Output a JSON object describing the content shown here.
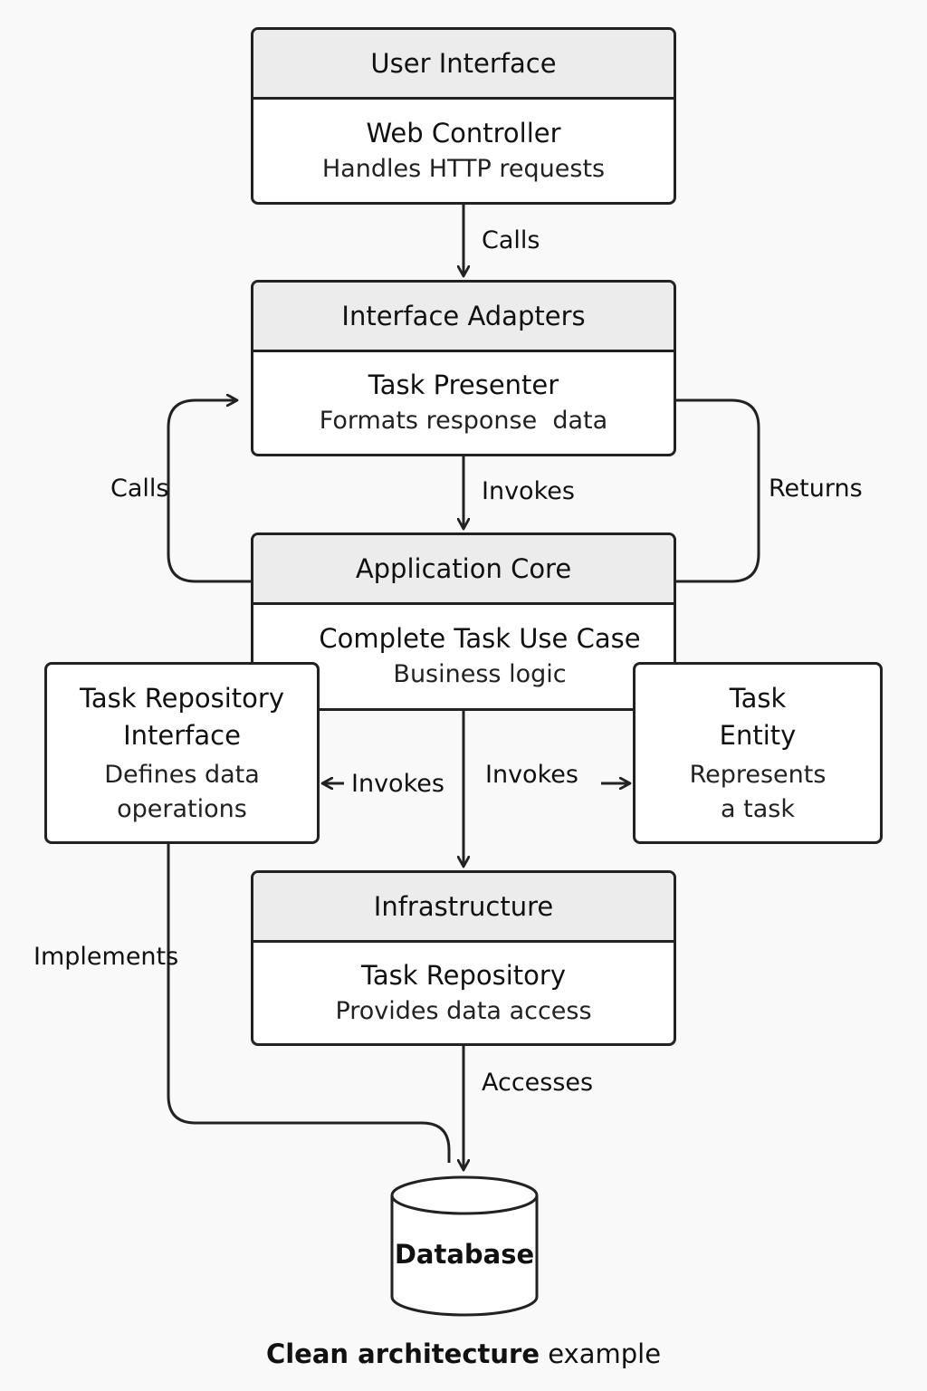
{
  "layers": {
    "user_interface": {
      "title": "User Interface",
      "component": "Web Controller",
      "description": "Handles HTTP requests"
    },
    "interface_adapters": {
      "title": "Interface Adapters",
      "component": "Task Presenter",
      "description": "Formats response  data"
    },
    "application_core": {
      "title": "Application Core",
      "component": "Complete Task Use Case",
      "description": "Business logic"
    },
    "infrastructure": {
      "title": "Infrastructure",
      "component": "Task Repository",
      "description": "Provides data access"
    }
  },
  "side_boxes": {
    "task_repository_interface": {
      "title": "Task Repository Interface",
      "description": "Defines data operations"
    },
    "task_entity": {
      "title": "Task Entity",
      "description": "Represents a task"
    }
  },
  "database": {
    "label": "Database"
  },
  "edges": {
    "ui_to_adapters": "Calls",
    "adapters_to_core": "Invokes",
    "core_to_adapters_left": "Calls",
    "core_to_adapters_right": "Returns",
    "core_to_repo_interface": "Invokes",
    "core_to_entity": "Invokes",
    "repo_interface_to_db": "Implements",
    "infra_to_db": "Accesses"
  },
  "caption": {
    "bold": "Clean architecture",
    "regular": "example"
  }
}
